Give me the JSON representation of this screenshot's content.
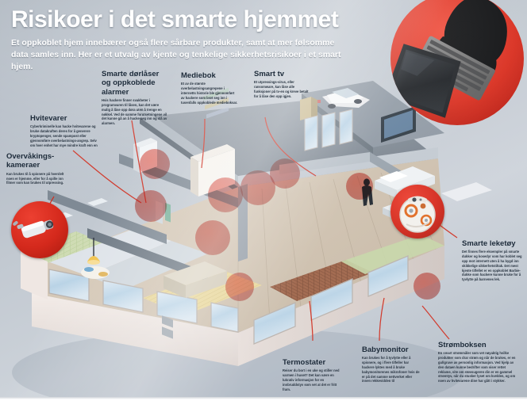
{
  "header": {
    "title": "Risikoer i det smarte hjemmet",
    "subtitle": "Et oppkoblet hjem innebærer også flere sårbare produkter, samt at mer følsomme data samles inn. Her er et utvalg av kjente og tenkelige sikkerhetsrisikoer i et smart hjem."
  },
  "callouts": [
    {
      "id": "smarte-dorlaser",
      "title": "Smarte dørlåser og oppkoblede alarmer",
      "body": "Hvis hackere finner svakheter i programvaren til låsen, kan det være mulig å låse opp døra uten å trenge en nøkkel. Ved de samme forutsetningene vil det kunne gå an å hacke seg inn og slå av alarmen."
    },
    {
      "id": "mediebok",
      "title": "Mediebok",
      "body": "Et av de største overbelastningsangrepene i internetts historie ble gjennomført av hackere som brøt seg inn i tusenfalls oppkoblede medieboksar."
    },
    {
      "id": "smart-tv",
      "title": "Smart tv",
      "body": "Et utpressings-virus, eller ransomware, kan låse alle funksjoner på tv-en og kreve betalt for å låse den opp igjen."
    },
    {
      "id": "hvitevarer",
      "title": "Hvitevarer",
      "body": "Cyberkriminelle kan hacke hvitevarene og bruke datakraften deres for å generere kryptopenger, sende spampost eller gjennomføre overbelastnings-angrep. Selv om hver enhet har mye mindre kraft enn en"
    },
    {
      "id": "overvakingskameraer",
      "title": "Overvåkings-kameraer",
      "body": "Kan brukes til å spionere på hverdelt noen er hjemme, eller for å spille inn filmer som kan brukes til utpressing."
    },
    {
      "id": "smarte-leketoy",
      "title": "Smarte leketøy",
      "body": "Det finnes flere eksempler på smarte dukker og kosedyr som har koblet seg opp mot internett uten å ha bygd inn skikkelige sikkerhetstiltak. Det mest kjente tilfellet er en oppkoblet Barbie-dukke som hackere kunne bruke for å tyvlytte på barnenes lek."
    },
    {
      "id": "termostater",
      "title": "Termostater",
      "body": "Reiser du bort i en uke og stiller ned varmen i huset? Det kan være en lukrativ informasjon for en innbruddstyv som vet at det er fritt fram."
    },
    {
      "id": "babymonitor",
      "title": "Babymonitor",
      "body": "Kan brukes for å tyvlytte eller å spionere, og i flere tilfeller har hackere lyktes med å bruke babymonitorenes mikrofoner hvis de er på det samme nettverket eller innen rekkevidden til"
    },
    {
      "id": "stromboksen",
      "title": "Strømboksen",
      "body": "En smart strømmåler som vet nøyaktig hvilke produkter som drar strøm og når de brukes, er en gullgruve av personlig informasjon. Ved hjelp av den dataen kunne bedrifter som viser rettet reklame, vite om støvsugeren din er en gammel strømtyv, når du stusker lyset om kvelden, og om noen av hvitevarene dine har gått i stykker."
    }
  ],
  "icons": {
    "hacker": "hacker-silhouette-laptop-icon",
    "camera": "security-camera-icon",
    "toy": "smart-toy-robot-icon"
  },
  "colors": {
    "accent_red": "#d4291c",
    "hotspot_red": "#e43e2e",
    "background_top": "#a9b2bc",
    "background_mid": "#cdd3da",
    "title_text": "#ffffff",
    "body_text": "#26323f"
  }
}
